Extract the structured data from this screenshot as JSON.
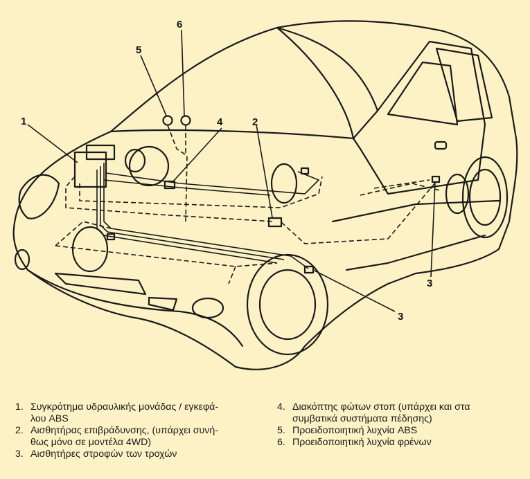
{
  "callouts": [
    "1",
    "2",
    "3",
    "3",
    "4",
    "5",
    "6"
  ],
  "legend": [
    {
      "num": "1.",
      "line1": "Συγκρότημα υδραυλικής μονάδας / εγκεφά-",
      "line2": "λου ABS"
    },
    {
      "num": "2.",
      "line1": "Αισθητήρας επιβράδυνσης, (υπάρχει συνή-",
      "line2": "θως μόνο σε μοντέλα 4WD)"
    },
    {
      "num": "3.",
      "line1": "Αισθητήρες στροφών των τροχών",
      "line2": ""
    },
    {
      "num": "4.",
      "line1": "Διακόπτης φώτων στοπ (υπάρχει και στα",
      "line2": "συμβατικά συστήματα πέδησης)"
    },
    {
      "num": "5.",
      "line1": "Προειδοποιητική λυχνία ABS",
      "line2": ""
    },
    {
      "num": "6.",
      "line1": "Προειδοποιητική λυχνία φρένων",
      "line2": ""
    }
  ],
  "colors": {
    "background": "#fcf2c5",
    "line": "#1a1a1a"
  }
}
